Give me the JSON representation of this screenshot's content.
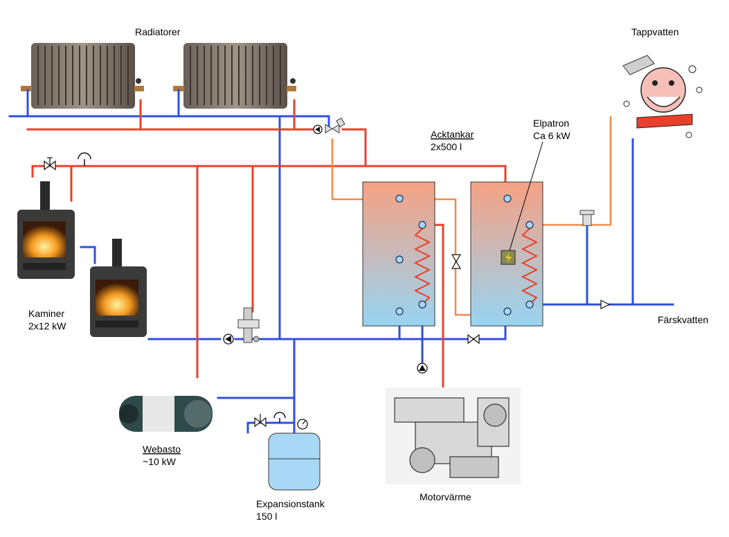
{
  "labels": {
    "radiators": "Radiatorer",
    "hot_water": "Tappvatten",
    "tanks_line1": "Acktankar",
    "tanks_line2": "2x500 l",
    "heater_line1": "Elpatron",
    "heater_line2": "Ca 6 kW",
    "stoves_line1": "Kaminer",
    "stoves_line2": "2x12 kW",
    "fresh_water": "Färskvatten",
    "webasto_line1": "Webasto",
    "webasto_line2": "~10 kW",
    "exp_line1": "Expansionstank",
    "exp_line2": "150 l",
    "engine": "Motorvärme"
  },
  "colors": {
    "hot_pipe": "#e8402a",
    "cold_pipe": "#2f4fe0",
    "tank_top": "#f6a183",
    "tank_bottom": "#98d4f2",
    "exp_tank": "#a8d8f6"
  }
}
